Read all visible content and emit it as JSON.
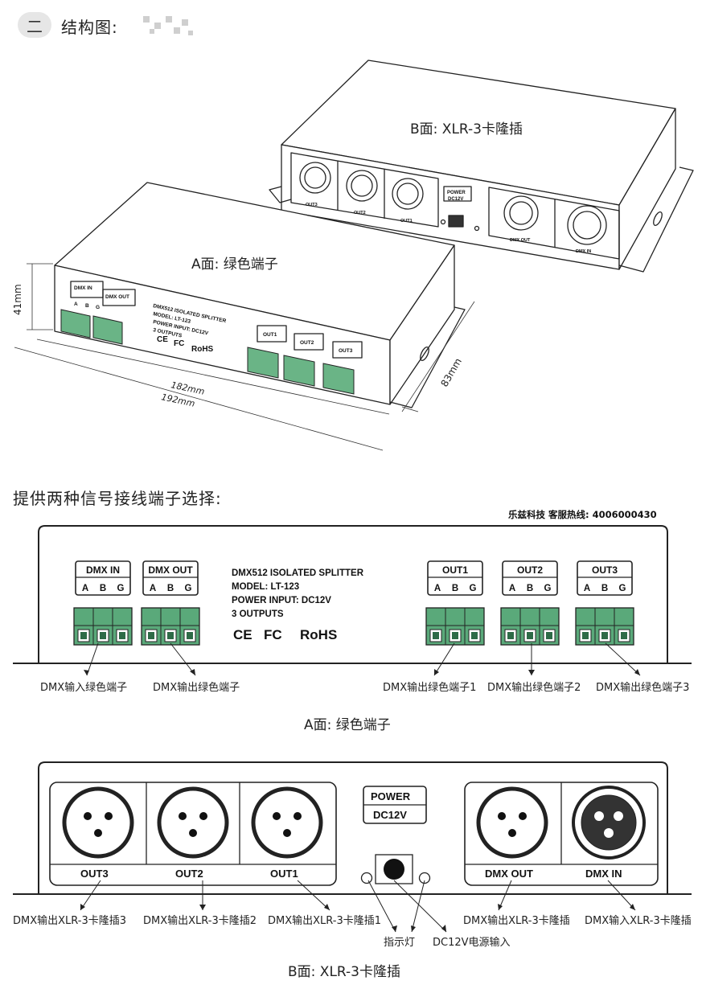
{
  "header": {
    "section_number": "二",
    "section_title": "结构图:"
  },
  "iso_view": {
    "b_face_label": "B面: XLR-3卡隆插",
    "a_face_label": "A面: 绿色端子",
    "dim_height": "41mm",
    "dim_length_inner": "182mm",
    "dim_length_outer": "192mm",
    "dim_width": "83mm",
    "panel_dmx_in": "DMX IN",
    "panel_dmx_out": "DMX OUT",
    "panel_abg": [
      "A",
      "B",
      "G"
    ],
    "panel_info": [
      "DMX512 ISOLATED SPLITTER",
      "MODEL: LT-123",
      "POWER INPUT: DC12V",
      "3 OUTPUTS"
    ],
    "panel_ce": "CE",
    "panel_fc": "FC",
    "panel_rohs": "RoHS",
    "outs": [
      "OUT1",
      "OUT2",
      "OUT3"
    ],
    "b_outs": [
      "OUT3",
      "OUT2",
      "OUT1"
    ],
    "b_power": "POWER",
    "b_dc12v": "DC12V",
    "b_dmx_out": "DMX OUT",
    "b_dmx_in": "DMX IN"
  },
  "choice_title": "提供两种信号接线端子选择:",
  "hotline": "乐兹科技 客服热线: 4006000430",
  "a_face": {
    "blocks": [
      {
        "title": "DMX IN",
        "pins": [
          "A",
          "B",
          "G"
        ],
        "caption": "DMX输入绿色端子"
      },
      {
        "title": "DMX OUT",
        "pins": [
          "A",
          "B",
          "G"
        ],
        "caption": "DMX输出绿色端子"
      },
      {
        "title": "OUT1",
        "pins": [
          "A",
          "B",
          "G"
        ],
        "caption": "DMX输出绿色端子1"
      },
      {
        "title": "OUT2",
        "pins": [
          "A",
          "B",
          "G"
        ],
        "caption": "DMX输出绿色端子2"
      },
      {
        "title": "OUT3",
        "pins": [
          "A",
          "B",
          "G"
        ],
        "caption": "DMX输出绿色端子3"
      }
    ],
    "info_lines": [
      "DMX512 ISOLATED SPLITTER",
      "MODEL: LT-123",
      "POWER INPUT: DC12V",
      "3 OUTPUTS"
    ],
    "cert_ce": "CE",
    "cert_fc": "FC",
    "cert_rohs": "RoHS",
    "label": "A面: 绿色端子"
  },
  "b_face": {
    "connectors": [
      {
        "label": "OUT3",
        "caption": "DMX输出XLR-3卡隆插3"
      },
      {
        "label": "OUT2",
        "caption": "DMX输出XLR-3卡隆插2"
      },
      {
        "label": "OUT1",
        "caption": "DMX输出XLR-3卡隆插1"
      },
      {
        "label": "DMX OUT",
        "caption": "DMX输出XLR-3卡隆插"
      },
      {
        "label": "DMX IN",
        "caption": "DMX输入XLR-3卡隆插"
      }
    ],
    "power_label": "POWER",
    "dc_label": "DC12V",
    "indicator_caption": "指示灯",
    "dc_input_caption": "DC12V电源输入",
    "label": "B面: XLR-3卡隆插"
  },
  "colors": {
    "terminal_green": "#5aa97a",
    "terminal_dark": "#2e6b47",
    "outline": "#222222",
    "pill_bg": "#e6e6e6"
  }
}
